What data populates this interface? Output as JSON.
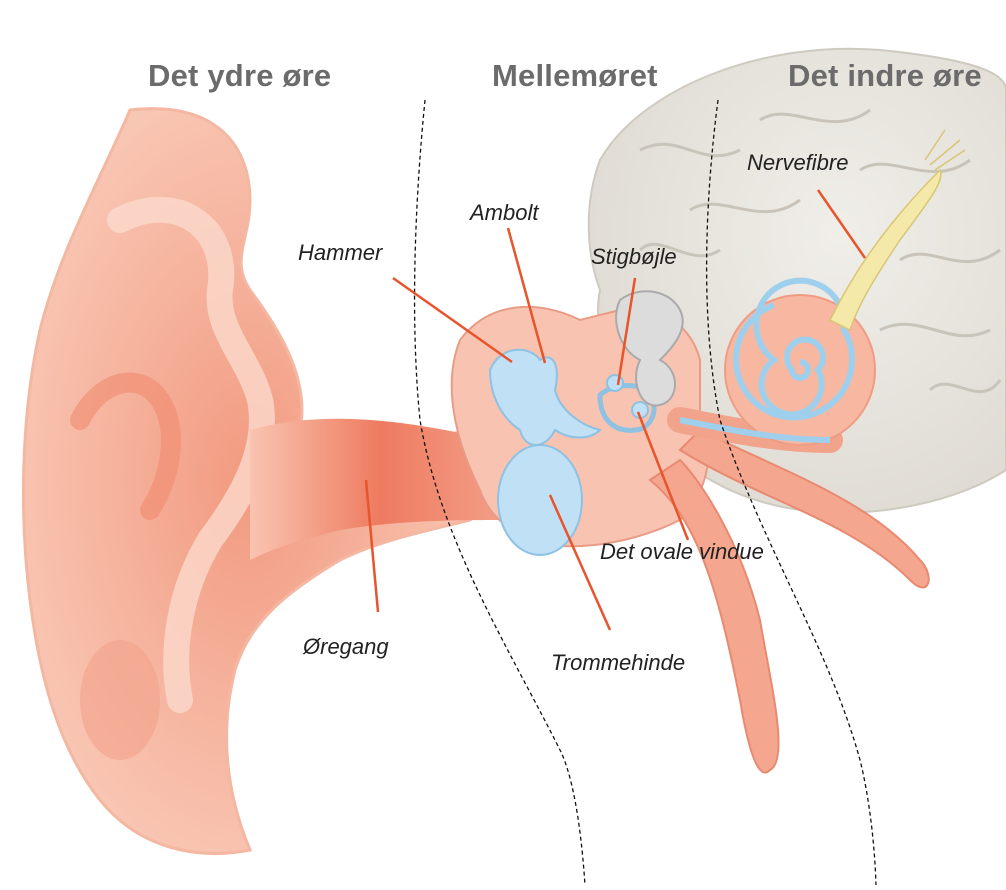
{
  "regions": {
    "outer": "Det ydre øre",
    "middle": "Mellemøret",
    "inner": "Det indre øre"
  },
  "labels": {
    "hammer": "Hammer",
    "ambolt": "Ambolt",
    "stigbojle": "Stigbøjle",
    "nervefibre": "Nervefibre",
    "oregang": "Øregang",
    "trommehinde": "Trommehinde",
    "ovale_vindue": "Det ovale vindue"
  },
  "colors": {
    "skin": "#f7b8a4",
    "skin_dark": "#ef7a5e",
    "ossicle": "#b9dcf3",
    "brain": "#e9e6e0",
    "leader": "#e8542b",
    "nerve": "#f2e6a2"
  }
}
